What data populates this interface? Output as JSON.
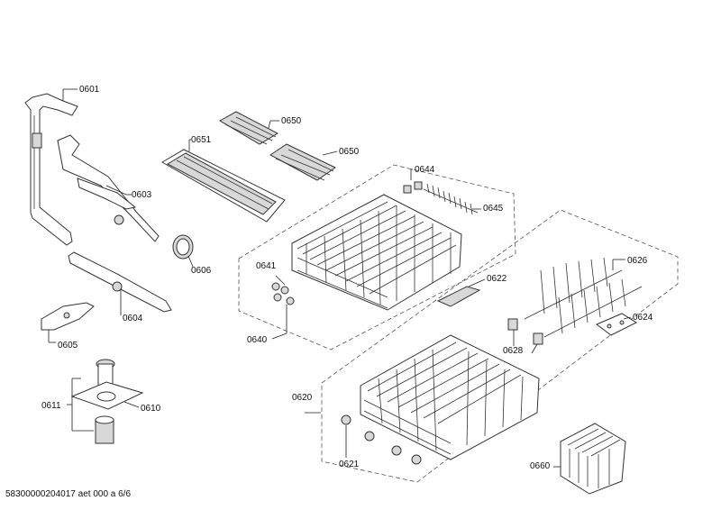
{
  "labels": {
    "l0601": "0601",
    "l0603": "0603",
    "l0604": "0604",
    "l0605": "0605",
    "l0606": "0606",
    "l0610": "0610",
    "l0611": "0611",
    "l0620": "0620",
    "l0621": "0621",
    "l0622": "0622",
    "l0624": "0624",
    "l0626": "0626",
    "l0628": "0628",
    "l0640": "0640",
    "l0641": "0641",
    "l0644": "0644",
    "l0645": "0645",
    "l0650a": "0650",
    "l0650b": "0650",
    "l0651": "0651",
    "l0660": "0660"
  },
  "footer": "58300000204017 aet 000 a 6/6"
}
